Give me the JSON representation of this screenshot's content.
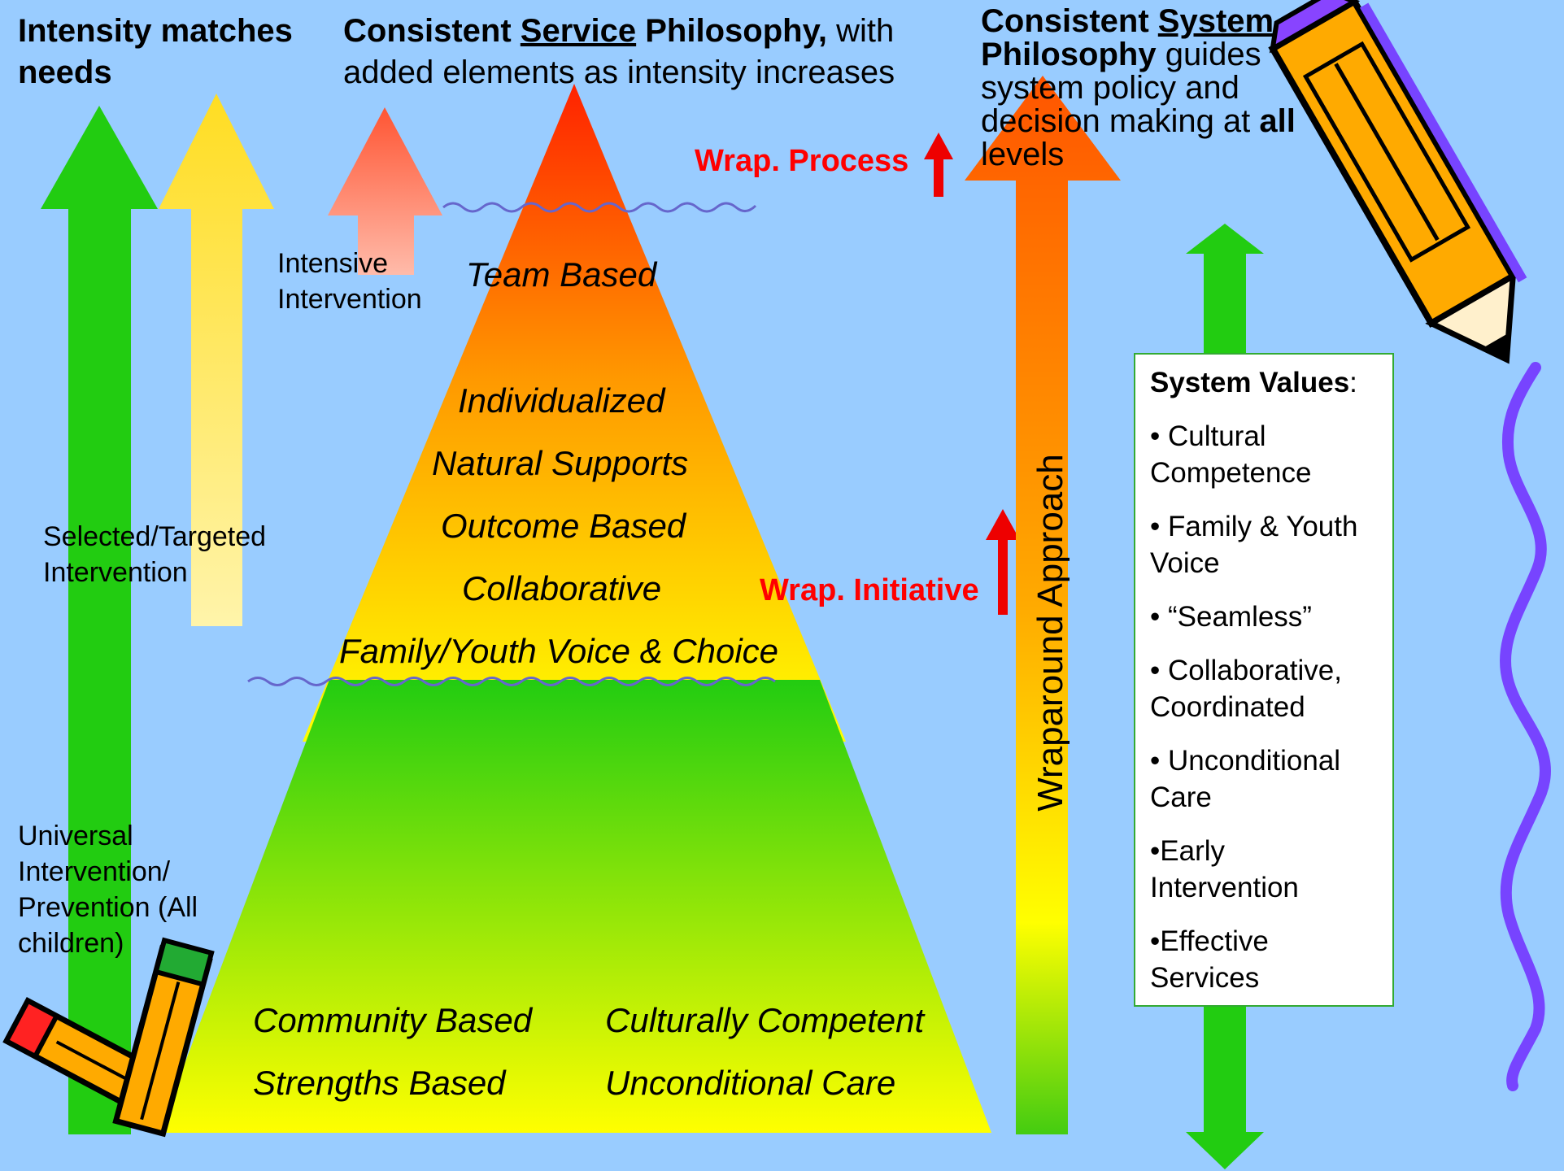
{
  "header": {
    "left_line1": "Intensity matches",
    "left_line2": "needs",
    "center_bold1": "Consistent ",
    "center_underline": "Service",
    "center_bold2": " Philosophy,",
    "center_plain": " with",
    "center_line2": "added elements as intensity increases",
    "right_bold1": "Consistent ",
    "right_underline": "System",
    "right_bold2": "Philosophy",
    "right_plain1": " guides",
    "right_line3": "system policy and",
    "right_line4a": "decision making at ",
    "right_line4b": "all",
    "right_line5": "levels"
  },
  "left_labels": {
    "intensive_1": "Intensive",
    "intensive_2": "Intervention",
    "selected_1": "Selected/Targeted",
    "selected_2": "Intervention",
    "universal_1": "Universal",
    "universal_2": "Intervention/",
    "universal_3": "Prevention (All",
    "universal_4": "children)"
  },
  "pyramid": {
    "team_based": "Team Based",
    "individualized": "Individualized",
    "natural_supports": "Natural Supports",
    "outcome_based": "Outcome Based",
    "collaborative": "Collaborative",
    "family_voice": "Family/Youth Voice & Choice",
    "community_based": "Community Based",
    "culturally_competent": "Culturally Competent",
    "strengths_based": "Strengths Based",
    "unconditional_care": "Unconditional Care"
  },
  "wrap": {
    "process": "Wrap. Process",
    "initiative": "Wrap. Initiative",
    "approach": "Wraparound Approach"
  },
  "system_values": {
    "title": "System Values",
    "colon": ":",
    "items": [
      "• Cultural\nCompetence",
      "• Family & Youth\nVoice",
      "• “Seamless”",
      "• Collaborative,\nCoordinated",
      "• Unconditional\nCare",
      "•Early\nIntervention",
      "•Effective\nServices"
    ]
  },
  "colors": {
    "background": "#99ccff",
    "green": "#22cc11",
    "red_text": "#ff0000",
    "squiggle": "#7744ff"
  }
}
